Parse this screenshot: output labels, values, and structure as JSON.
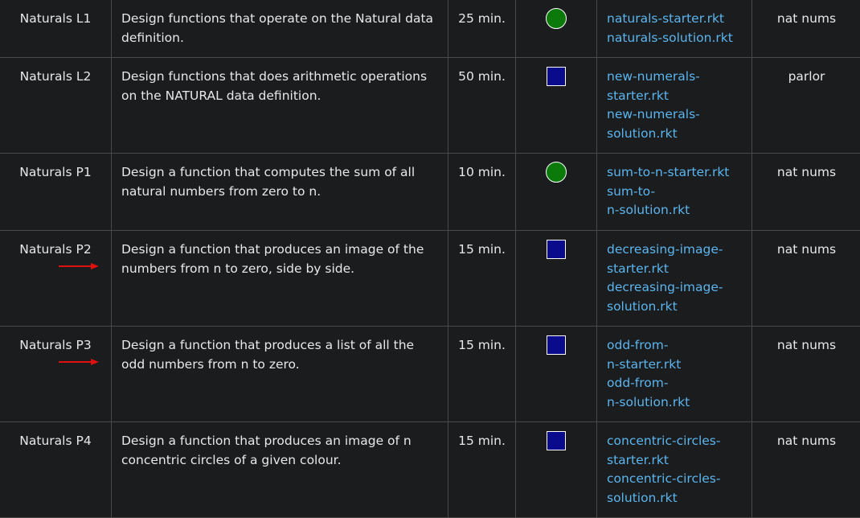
{
  "rows": [
    {
      "name": "Naturals L1",
      "description": "Design functions that operate on the Natural data definition.",
      "time": "25 min.",
      "difficulty_icon": "green-circle",
      "files": [
        "naturals-starter.rkt",
        "naturals-solution.rkt"
      ],
      "tag": "nat nums",
      "arrow": false
    },
    {
      "name": "Naturals L2",
      "description": "Design functions that does arithmetic operations on the NATURAL data definition.",
      "time": "50 min.",
      "difficulty_icon": "blue-square",
      "files": [
        "new-numerals-\nstarter.rkt",
        "new-numerals-\nsolution.rkt"
      ],
      "tag": "parlor",
      "arrow": false
    },
    {
      "name": "Naturals P1",
      "description": "Design a function that computes the sum of all natural numbers from zero to n.",
      "time": "10 min.",
      "difficulty_icon": "green-circle",
      "files": [
        "sum-to-n-starter.rkt",
        "sum-to-\nn-solution.rkt"
      ],
      "tag": "nat nums",
      "arrow": false
    },
    {
      "name": "Naturals P2",
      "description": "Design a function that produces an image of the numbers from n to zero, side by side.",
      "time": "15 min.",
      "difficulty_icon": "blue-square",
      "files": [
        "decreasing-image-\nstarter.rkt",
        "decreasing-image-\nsolution.rkt"
      ],
      "tag": "nat nums",
      "arrow": true
    },
    {
      "name": "Naturals P3",
      "description": "Design a function that produces a list of all the odd numbers from n to zero.",
      "time": "15 min.",
      "difficulty_icon": "blue-square",
      "files": [
        "odd-from-\nn-starter.rkt",
        "odd-from-\nn-solution.rkt"
      ],
      "tag": "nat nums",
      "arrow": true
    },
    {
      "name": "Naturals P4",
      "description": "Design a function that produces an image of n concentric circles of a given colour.",
      "time": "15 min.",
      "difficulty_icon": "blue-square",
      "files": [
        "concentric-circles-\nstarter.rkt",
        "concentric-circles-\nsolution.rkt"
      ],
      "tag": "nat nums",
      "arrow": false
    }
  ],
  "colors": {
    "background": "#1b1c1e",
    "border": "#4a4a4a",
    "text": "#e8e8e8",
    "link": "#5bb5ee",
    "green": "#0b7a0b",
    "blue": "#0a0a8c",
    "arrow": "#e01010"
  }
}
